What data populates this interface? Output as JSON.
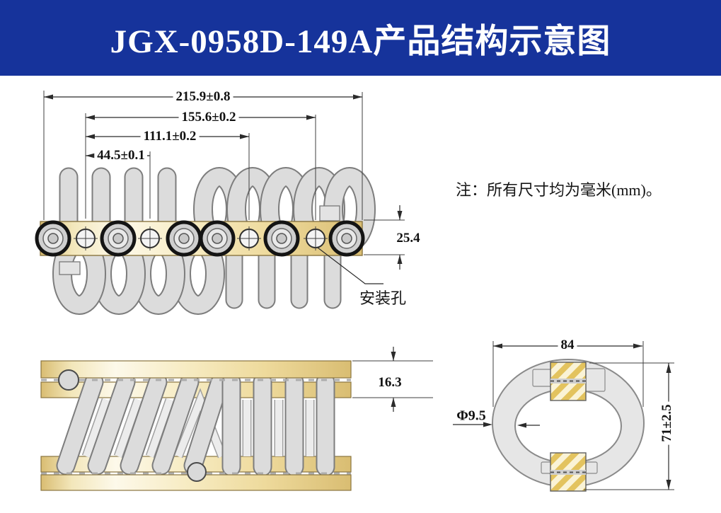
{
  "header": {
    "title": "JGX-0958D-149A产品结构示意图"
  },
  "note": "注：所有尺寸均为毫米(mm)。",
  "side_view": {
    "dim_overall_length": "215.9±0.8",
    "dim_span_outer_holes": "155.6±0.2",
    "dim_span_mid_holes": "111.1±0.2",
    "dim_span_inner_holes": "44.5±0.1",
    "dim_bar_height": "25.4",
    "mounting_hole_label": "安装孔"
  },
  "top_view": {
    "dim_bar_thickness": "16.3"
  },
  "end_view": {
    "dim_overall_width": "84",
    "dim_wire_rope_diameter": "Φ9.5",
    "dim_overall_height": "71±2.5"
  },
  "colors": {
    "banner_blue": "#16339b",
    "title_text": "#ffffff",
    "dim_text": "#111111",
    "line": "#2b2b2b",
    "bar_gold": "#f3e6b4",
    "bar_gold_dark": "#dcc27c",
    "rope_fill": "#dcdcdc",
    "rope_outline": "#7d7d7d"
  }
}
